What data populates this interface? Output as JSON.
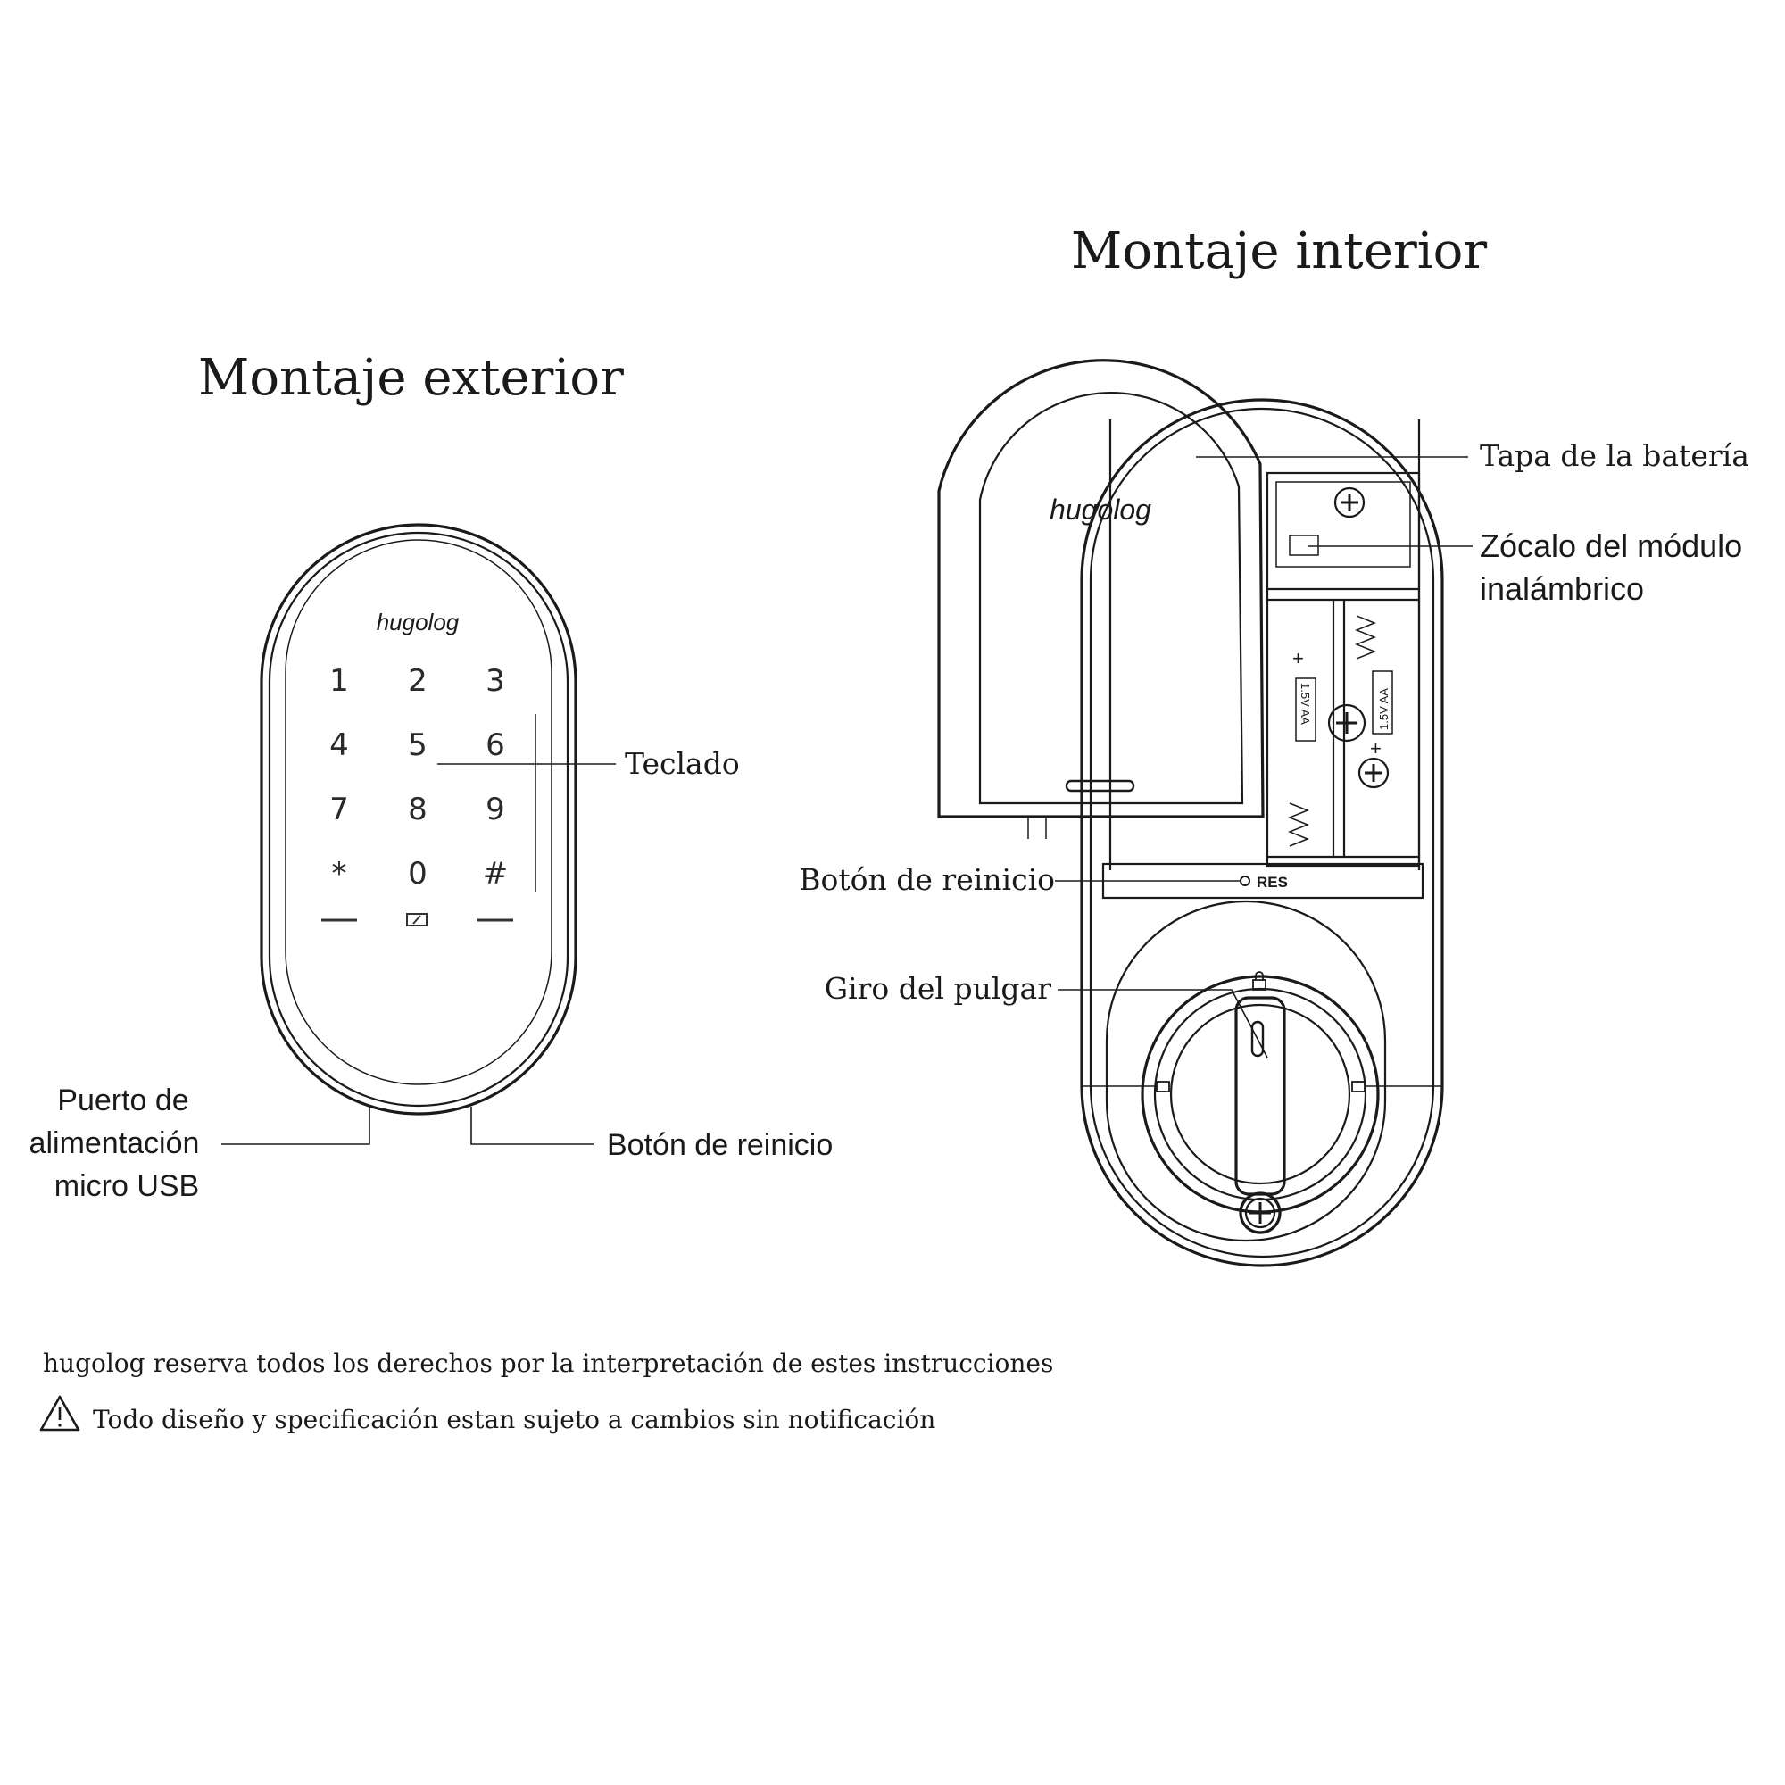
{
  "exterior": {
    "title": "Montaje exterior",
    "logo": "hugolog",
    "keys": [
      "1",
      "2",
      "3",
      "4",
      "5",
      "6",
      "7",
      "8",
      "9",
      "*",
      "0",
      "#"
    ],
    "labels": {
      "keypad": "Teclado",
      "usb_line1": "Puerto de",
      "usb_line2": "alimentación",
      "usb_line3": "micro USB",
      "reset": "Botón de reinicio"
    }
  },
  "interior": {
    "title": "Montaje interior",
    "logo": "hugolog",
    "res_marking": "RES",
    "battery_marking": "1.5V AA",
    "labels": {
      "battery_cover": "Tapa de la batería",
      "wireless_line1": "Zócalo del módulo",
      "wireless_line2": "inalámbrico",
      "reset": "Botón de reinicio",
      "thumb_turn": "Giro del pulgar"
    }
  },
  "footer": {
    "rights": "hugolog reserva todos los derechos por la interpretación de estes instrucciones",
    "warning_icon": "warning-triangle-icon",
    "notice": "Todo diseño y specificación estan sujeto a cambios sin notificación"
  }
}
